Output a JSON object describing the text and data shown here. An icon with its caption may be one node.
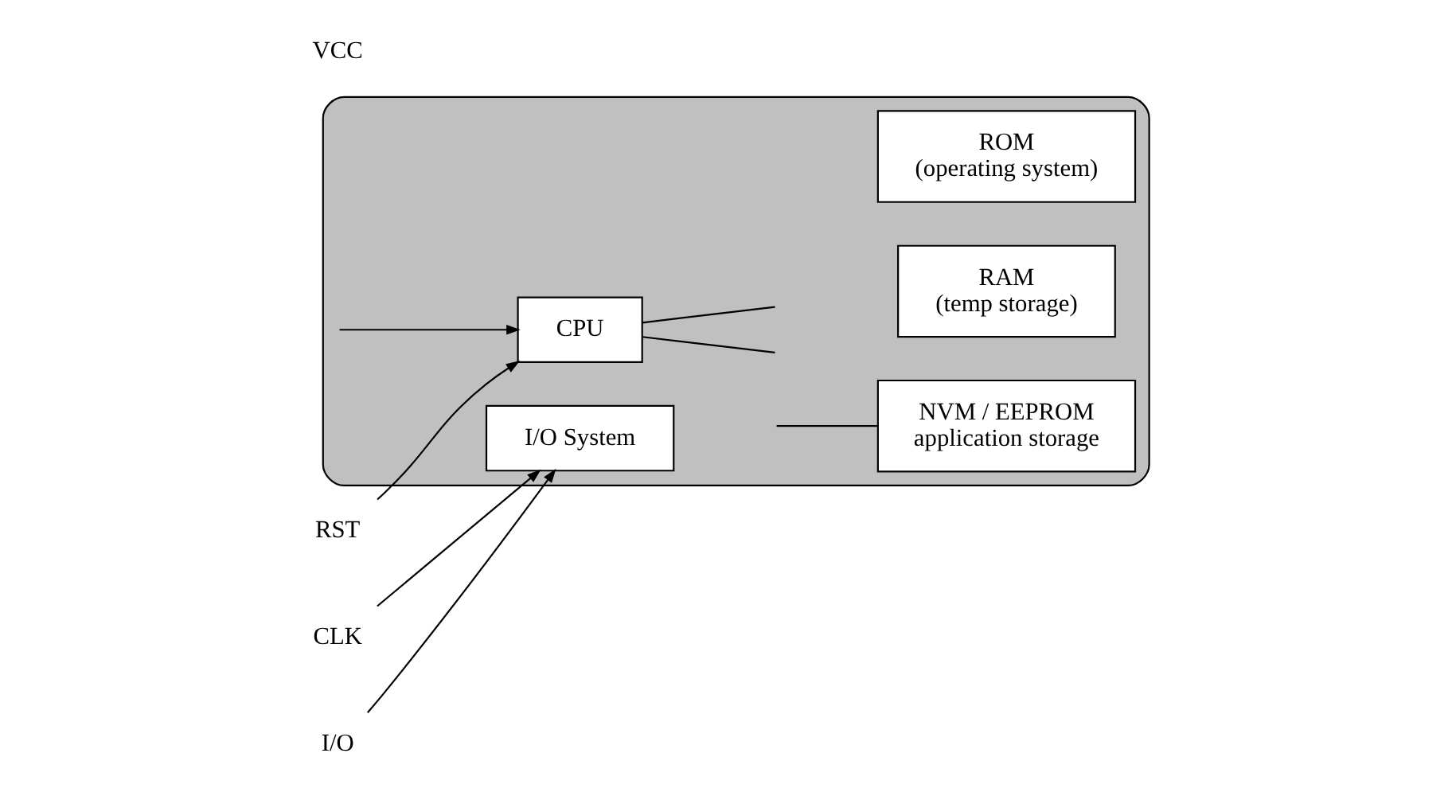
{
  "diagram": {
    "nodes": [
      {
        "text": [],
        "shape": "box"
      },
      {
        "text": [
          "RST"
        ]
      },
      {
        "text": [
          "CLK"
        ]
      },
      {
        "text": [
          "I/O"
        ]
      },
      {
        "text": [
          "I/O System"
        ],
        "in": 0
      },
      {
        "text": [
          "CPU"
        ],
        "in": 0
      },
      {
        "text": [
          "ROM",
          "(operating system)"
        ],
        "in": 0
      },
      {
        "text": [
          "RAM",
          "(temp storage)"
        ],
        "in": 0
      },
      {
        "text": [
          "NVM / EEPROM",
          "application storage"
        ],
        "in": 0
      }
    ],
    "edges": [
      {
        "from": 1,
        "to": 5,
        "arrow": "to"
      },
      {
        "from": 2,
        "to": 4,
        "arrow": "to"
      },
      {
        "from": 3,
        "to": 4,
        "arrow": "to"
      },
      {
        "from": null,
        "to": 5,
        "arrow": "to"
      },
      {
        "from": 5,
        "to": null,
        "arrow": "none"
      },
      {
        "from": 5,
        "to": null,
        "arrow": "none"
      },
      {
        "from": null,
        "to": 8,
        "arrow": "none"
      }
    ],
    "labels": [
      "VCC"
    ]
  }
}
